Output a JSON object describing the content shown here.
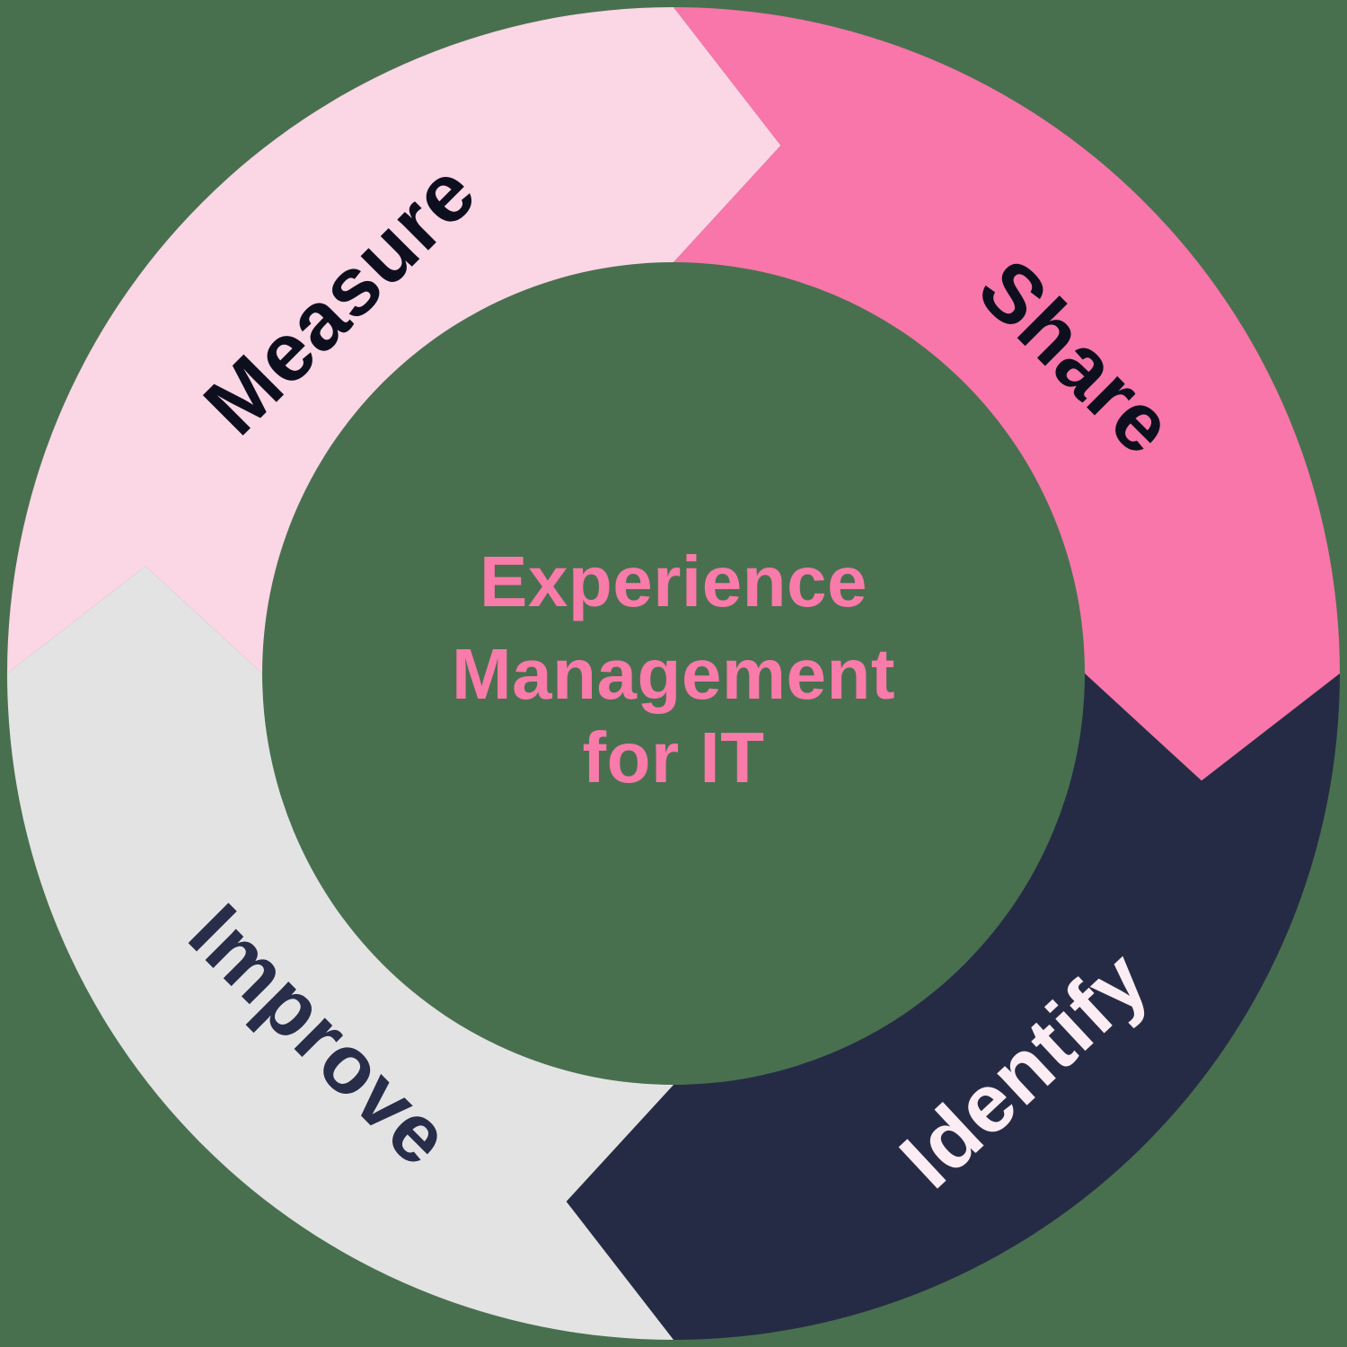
{
  "diagram": {
    "name": "experience-management-cycle",
    "direction": "clockwise",
    "background_color": "#48704F",
    "center_title": {
      "lines": [
        "Experience",
        "Management",
        "for IT"
      ],
      "color": "#F87BA9"
    },
    "segments": [
      {
        "id": "measure",
        "label": "Measure",
        "color": "#FBD6E5",
        "label_color": "#0D0F1E",
        "position": "top-left"
      },
      {
        "id": "share",
        "label": "Share",
        "color": "#F876A9",
        "label_color": "#0D0F1E",
        "position": "top-right"
      },
      {
        "id": "identify",
        "label": "Identify",
        "color": "#262B45",
        "label_color": "#FBEDF3",
        "position": "bottom-right"
      },
      {
        "id": "improve",
        "label": "Improve",
        "color": "#E4E3E4",
        "label_color": "#282D49",
        "position": "bottom-left"
      }
    ]
  }
}
